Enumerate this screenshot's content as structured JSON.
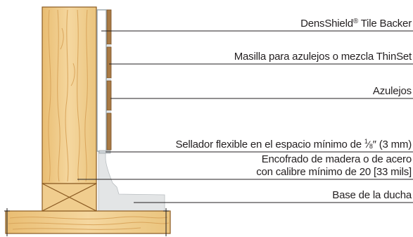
{
  "labels": {
    "tile_backer": {
      "name": "DensShield",
      "mark": "®",
      "suffix": " Tile Backer"
    },
    "mortar": "Masilla para azulejos o mezcla ThinSet",
    "tiles": "Azulejos",
    "sealant": {
      "before": "Sellador flexible en el espacio mínimo de ",
      "frac_num": "1",
      "frac_den": "8",
      "after": "″ (3 mm)"
    },
    "framing": {
      "line1": "Encofrado de madera o de acero",
      "line2": "con calibre mínimo de 20 [33 mils]"
    },
    "shower_base": "Base de la ducha"
  },
  "colors": {
    "wood": "#f3d39a",
    "wood_grain": "#d9a55c",
    "backer": "#ffffff",
    "backer_edge": "#9aa7ad",
    "tile": "#a87a45",
    "grout": "#dfe4e7",
    "shower_base": "#e3e5e6",
    "leader": "#231f20"
  }
}
